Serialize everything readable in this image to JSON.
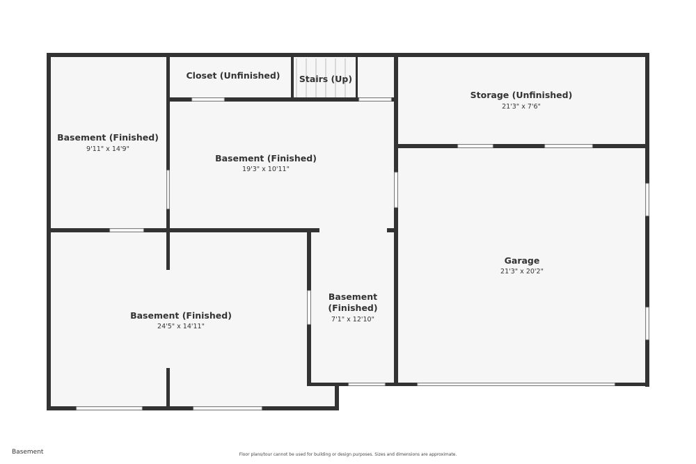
{
  "colors": {
    "wall": "#333333",
    "floor": "#f6f6f6",
    "opening": "#ffffff",
    "text": "#333333"
  },
  "floor_label": "Basement",
  "disclaimer": "Floor plans/tour cannot be used for building or design purposes. Sizes and dimensions are approximate.",
  "rooms": {
    "closet": {
      "name": "Closet (Unfinished)",
      "dims": ""
    },
    "stairs": {
      "name": "Stairs (Up)",
      "dims": ""
    },
    "storage": {
      "name": "Storage (Unfinished)",
      "dims": "21'3\" x 7'6\""
    },
    "basement_left": {
      "name": "Basement (Finished)",
      "dims": "9'11\" x 14'9\""
    },
    "basement_center": {
      "name": "Basement (Finished)",
      "dims": "19'3\" x 10'11\""
    },
    "basement_bottom": {
      "name": "Basement (Finished)",
      "dims": "24'5\" x 14'11\""
    },
    "basement_small": {
      "name_line1": "Basement",
      "name_line2": "(Finished)",
      "dims": "7'1\" x 12'10\""
    },
    "garage": {
      "name": "Garage",
      "dims": "21'3\" x 20'2\""
    }
  }
}
